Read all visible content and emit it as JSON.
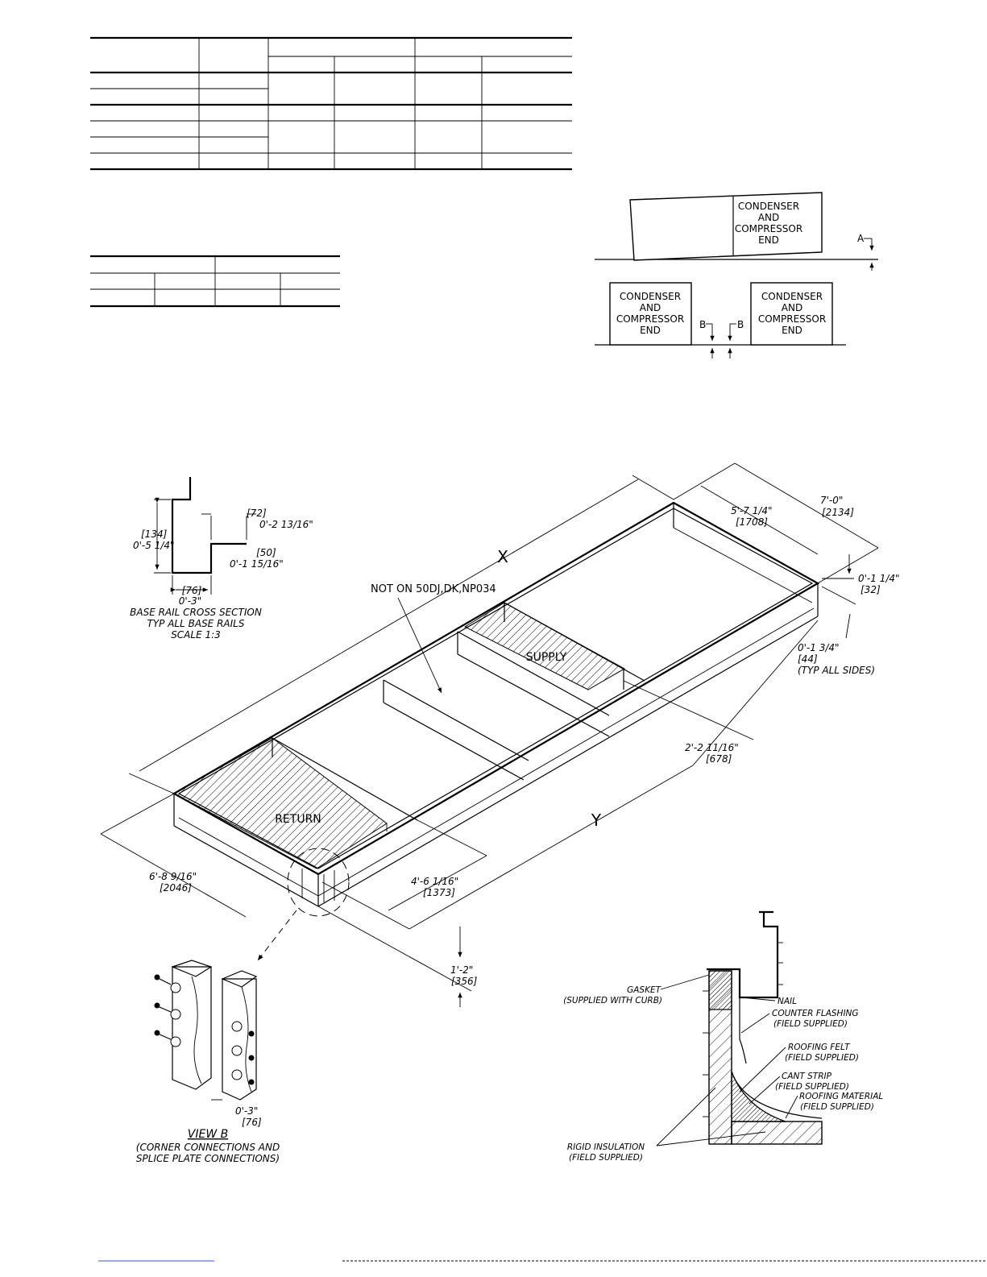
{
  "tables": {
    "curb_table": {
      "rows": 6,
      "header_rows": 2
    },
    "slope_table": {
      "rows": 2
    }
  },
  "slope_diagram": {
    "top_box_label": [
      "CONDENSER",
      "AND",
      "COMPRESSOR",
      "END"
    ],
    "left_box_label": [
      "CONDENSER",
      "AND",
      "COMPRESSOR",
      "END"
    ],
    "right_box_label": [
      "CONDENSER",
      "AND",
      "COMPRESSOR",
      "END"
    ],
    "dim_a": "A",
    "dim_b_left": "B",
    "dim_b_right": "B"
  },
  "base_rail": {
    "dim_height": "[134]",
    "dim_height_ft": "0'-5 1/4\"",
    "dim_72": "[72]",
    "dim_72_ft": "0'-2 13/16\"",
    "dim_50": "[50]",
    "dim_50_ft": "0'-1 15/16\"",
    "dim_76": "[76]",
    "dim_76_ft": "0'-3\"",
    "caption": [
      "BASE RAIL CROSS SECTION",
      "TYP ALL BASE RAILS",
      "SCALE 1:3"
    ]
  },
  "curb": {
    "label_x": "X",
    "label_y": "Y",
    "not_on_note": "NOT ON 50DJ,DK,NP034",
    "supply": "SUPPLY",
    "return": "RETURN",
    "dim_7_0": "7'-0\"",
    "dim_2134": "[2134]",
    "dim_5_7": "5'-7 1/4\"",
    "dim_1708": "[1708]",
    "dim_1_14": "0'-1 1/4\"",
    "dim_32": "[32]",
    "dim_1_34": "0'-1 3/4\"",
    "dim_44": "[44]",
    "typ_all_sides": "(TYP ALL SIDES)",
    "dim_2_2": "2'-2 11/16\"",
    "dim_678": "[678]",
    "dim_6_8": "6'-8 9/16\"",
    "dim_2046": "[2046]",
    "dim_4_6": "4'-6 1/16\"",
    "dim_1373": "[1373]",
    "dim_1_2": "1'-2\"",
    "dim_356": "[356]"
  },
  "view_b": {
    "title": "VIEW B",
    "caption_1": "(CORNER CONNECTIONS AND",
    "caption_2": "SPLICE PLATE CONNECTIONS)",
    "dim_3": "0'-3\"",
    "dim_76": "[76]"
  },
  "flashing": {
    "gasket": "GASKET",
    "gasket_note": "(SUPPLIED WITH CURB)",
    "nail": "NAIL",
    "counter_flashing": "COUNTER FLASHING",
    "counter_flashing_note": "(FIELD SUPPLIED)",
    "roofing_felt": "ROOFING FELT",
    "roofing_felt_note": "(FIELD SUPPLIED)",
    "cant_strip": "CANT STRIP",
    "cant_strip_note": "(FIELD SUPPLIED)",
    "roofing_material": "ROOFING MATERIAL",
    "roofing_material_note": "(FIELD SUPPLIED)",
    "rigid_insulation": "RIGID INSULATION",
    "rigid_insulation_note": "(FIELD SUPPLIED)"
  }
}
